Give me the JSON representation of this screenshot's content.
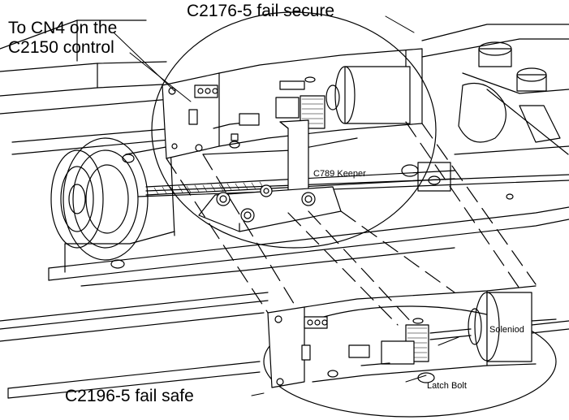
{
  "labels": {
    "fail_secure": "C2176-5 fail secure",
    "to_cn4": "To CN4 on the",
    "control": "C2150 control",
    "keeper": "C789 Keeper",
    "soleniod": "Soleniod",
    "latch_bolt": "Latch Bolt",
    "fail_safe": "C2196-5 fail safe"
  },
  "colors": {
    "line": "#000000",
    "background": "#ffffff"
  }
}
